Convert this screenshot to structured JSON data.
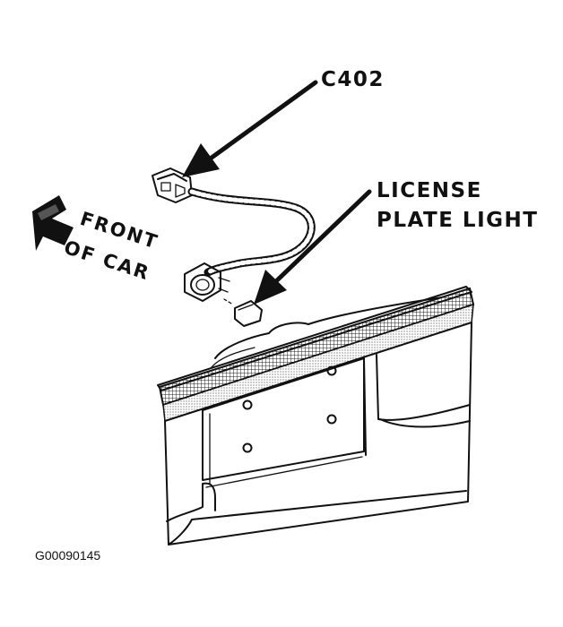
{
  "labels": {
    "connector": "C402",
    "lamp_line1": "LICENSE",
    "lamp_line2": "PLATE LIGHT",
    "direction_line1": "FRONT",
    "direction_line2": "OF CAR",
    "figure_id": "G00090145"
  },
  "colors": {
    "ink": "#111111",
    "paper": "#ffffff"
  },
  "icons": {
    "direction": "bold-arrow-left",
    "callout": "leader-arrow"
  }
}
